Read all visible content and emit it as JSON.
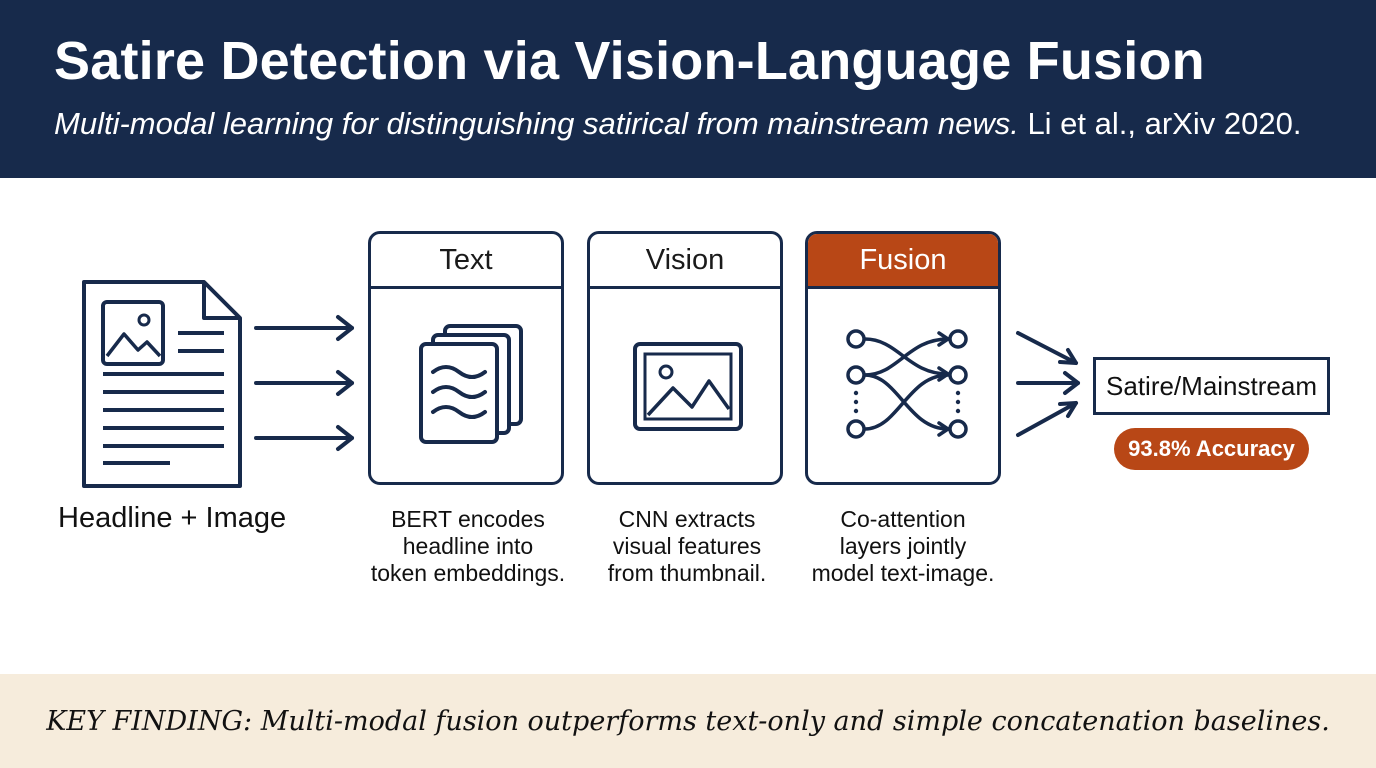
{
  "header": {
    "title": "Satire Detection via Vision-Language Fusion",
    "subtitle_italic": "Multi-modal learning for distinguishing satirical from mainstream news.",
    "subtitle_citation": " Li et al., arXiv 2020."
  },
  "input": {
    "label": "Headline + Image",
    "icon": "document-with-image-icon"
  },
  "stages": [
    {
      "title": "Text",
      "caption_lines": [
        "BERT encodes",
        "headline into",
        "token embeddings."
      ],
      "icon": "stacked-pages-icon",
      "highlight": false
    },
    {
      "title": "Vision",
      "caption_lines": [
        "CNN extracts",
        "visual features",
        "from thumbnail."
      ],
      "icon": "image-icon",
      "highlight": false
    },
    {
      "title": "Fusion",
      "caption_lines": [
        "Co-attention",
        "layers jointly",
        "model text-image."
      ],
      "icon": "network-icon",
      "highlight": true
    }
  ],
  "output": {
    "label": "Satire/Mainstream",
    "badge": "93.8% Accuracy"
  },
  "footer": {
    "finding": "KEY FINDING: Multi-modal fusion outperforms text-only and simple concatenation baselines."
  },
  "colors": {
    "navy": "#172a4b",
    "accent": "#b84716",
    "footer_bg": "#f6ecdc"
  }
}
